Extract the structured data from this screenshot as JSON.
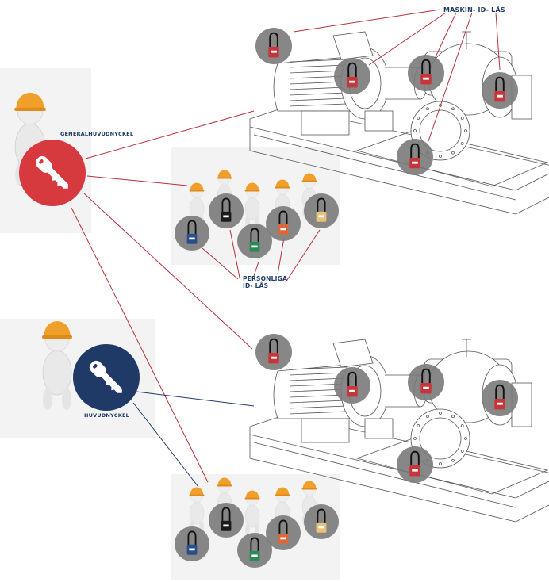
{
  "labels": {
    "machine_locks": "MASKIN- ID- LÅS",
    "grand_master_key": "GENERALHUVUDNYCKEL",
    "personal_locks_line1": "PERSONLIGA",
    "personal_locks_line2": "ID- LÅS",
    "master_key": "HUVUDNYCKEL"
  },
  "colors": {
    "grand_master": "#d63a3f",
    "master": "#1f3a66",
    "red_line": "#b8303a",
    "blue_line": "#1f3a66",
    "lock_bg": "#7a7a7a",
    "machine_lock": "#c7353b",
    "helmet": "#f0a02a"
  },
  "icons": {
    "key": "key-icon",
    "padlock": "padlock-icon",
    "worker": "worker-figure",
    "pump": "pump-machine"
  },
  "personal_lock_colors": [
    "#2a4d8c",
    "#1b1b1b",
    "#2a8a56",
    "#d9683a",
    "#e8c27a"
  ]
}
